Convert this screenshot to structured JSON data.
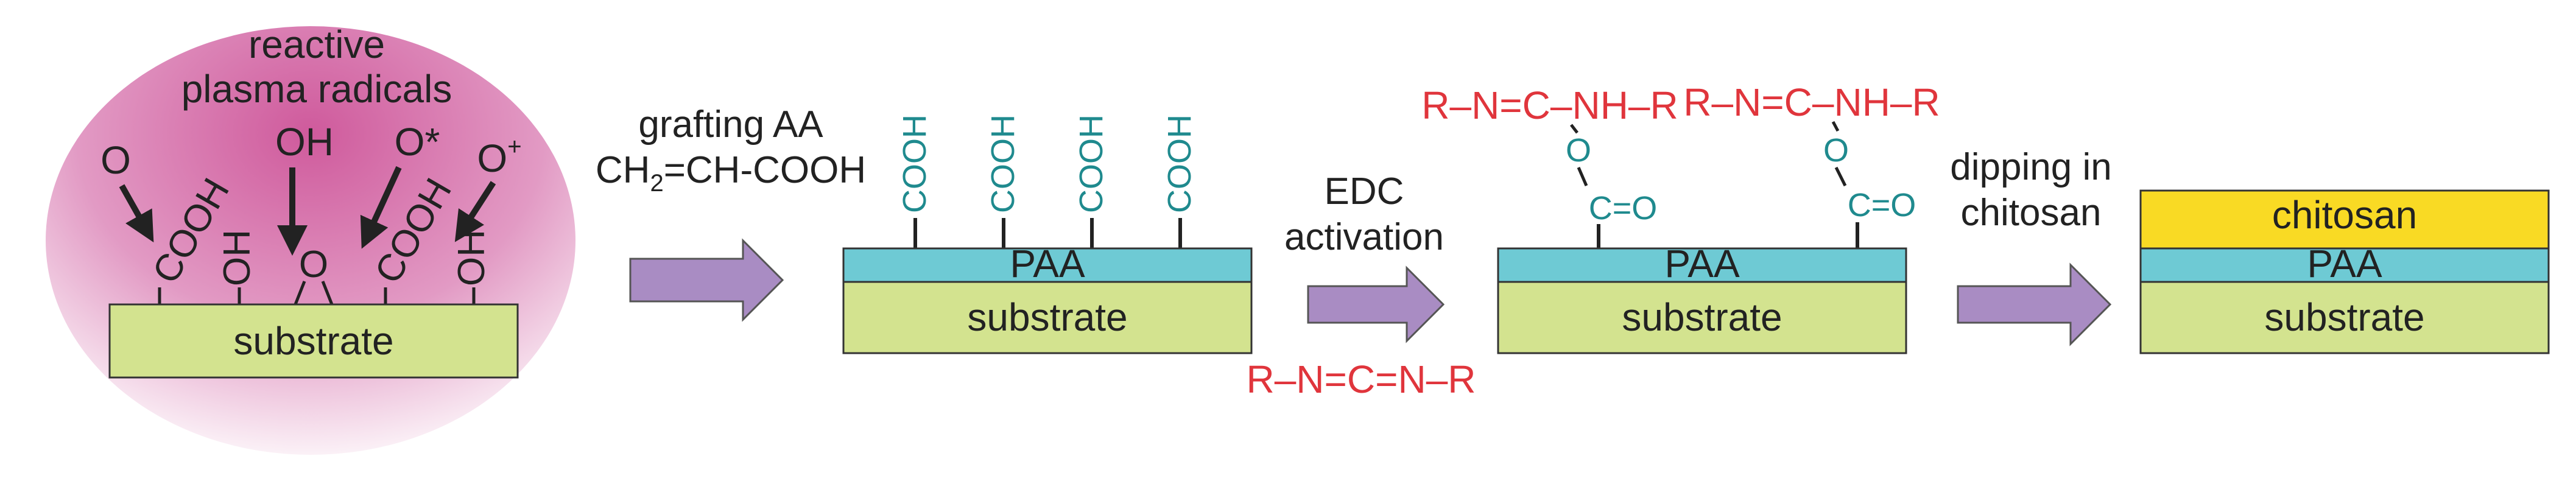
{
  "colors": {
    "substrate": "#d3e38f",
    "paa": "#6ecad4",
    "chitosan": "#f9da24",
    "arrow": "#a98cc3",
    "teal": "#1f8a8e",
    "red": "#e0353c",
    "plasma_top": "#cf5a9c",
    "plasma_bottom": "#ffffff"
  },
  "stage1": {
    "plasma_line1": "reactive",
    "plasma_line2": "plasma radicals",
    "radical_o": "O",
    "radical_oh": "OH",
    "radical_ostar": "O*",
    "radical_oplus_base": "O",
    "radical_oplus_sup": "+",
    "group_cooh": "COOH",
    "group_oh": "OH",
    "group_o": "O",
    "substrate": "substrate"
  },
  "step1": {
    "line1": "grafting AA",
    "formula_part1": "CH",
    "formula_sub": "2",
    "formula_part2": "=CH-COOH"
  },
  "stage2": {
    "cooh_groups": [
      "COOH",
      "COOH",
      "COOH",
      "COOH"
    ],
    "paa": "PAA",
    "substrate": "substrate"
  },
  "step2": {
    "line1": "EDC",
    "line2": "activation",
    "reagent": "R–N=C=N–R"
  },
  "stage3": {
    "adduct": "R–N=C–NH–R",
    "linker_o": "O",
    "ester": "C=O",
    "paa": "PAA",
    "substrate": "substrate"
  },
  "step3": {
    "line1": "dipping in",
    "line2": "chitosan"
  },
  "stage4": {
    "chitosan": "chitosan",
    "paa": "PAA",
    "substrate": "substrate"
  }
}
